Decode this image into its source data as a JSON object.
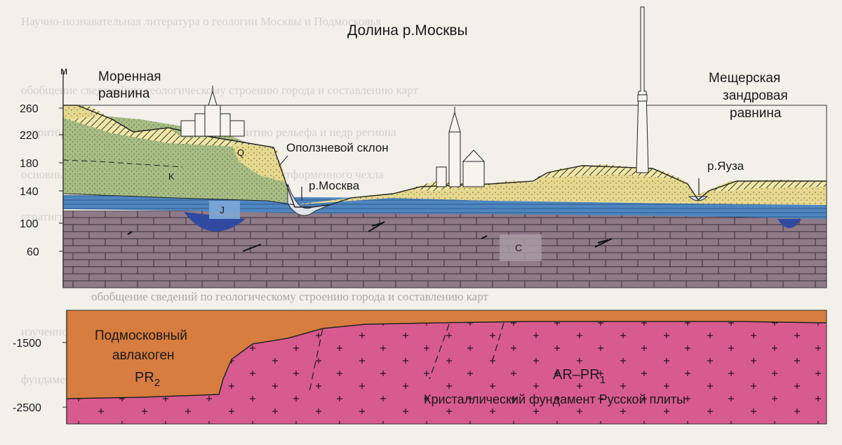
{
  "title": "Долина р.Москвы",
  "axis_unit": "м",
  "upper_ticks": [
    "260",
    "220",
    "180",
    "140",
    "100",
    "60"
  ],
  "lower_ticks": [
    "-1500",
    "-2500"
  ],
  "labels": {
    "moraine_line1": "Моренная",
    "moraine_line2": "равнина",
    "meshchera_line1": "Мещерская",
    "meshchera_line2": "зандровая",
    "meshchera_line3": "равнина",
    "landslide": "Оползневой склон",
    "moskva_river": "р.Москва",
    "yauza_river": "р.Яуза",
    "layer_q": "Q",
    "layer_k": "K",
    "layer_j": "J",
    "layer_c": "C"
  },
  "lower_labels": {
    "aulacogen_line1": "Подмосковный",
    "aulacogen_line2": "авлакоген",
    "pr2_main": "PR",
    "pr2_sub": "2",
    "arpr_main": "AR–PR",
    "arpr_sub": "1",
    "basement": "Кристаллический фундамент Русской плиты"
  },
  "colors": {
    "carboniferous": "#8f7a88",
    "jurassic": "#4e86c0",
    "cretaceous": "#a8bc86",
    "quaternary": "#e9dd95",
    "aulacogen": "#d77d3f",
    "basement": "#d85b90"
  },
  "background_text": [
    "Научно-познавательная литература о геологии Москвы и Подмосковья",
    "обобщение сведений по геологическому строению города и составлению карт",
    "территории Москвы и её окрестностей, развитию рельефа и недр региона",
    "основные положения о геологическом строении платформенного чехла",
    "стратиграфия отложений и история формирования Московской синеклизы",
    "обобщение сведений по геологическому строению города и составлению карт",
    "изученности недр и развитию инженерно-геологических исследований",
    "фундамента и чехла Русской плиты по данным бурения и геофизики"
  ]
}
